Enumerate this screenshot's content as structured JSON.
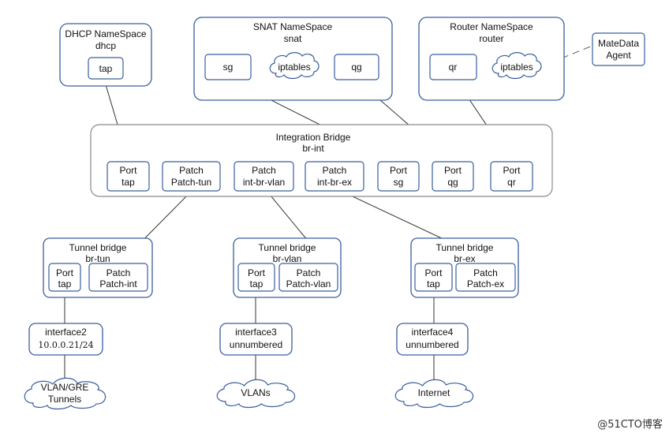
{
  "namespaces": {
    "dhcp": {
      "title": "DHCP NameSpace",
      "name": "dhcp",
      "tap": "tap"
    },
    "snat": {
      "title": "SNAT NameSpace",
      "name": "snat",
      "sg": "sg",
      "iptables": "iptables",
      "qg": "qg"
    },
    "router": {
      "title": "Router NameSpace",
      "name": "router",
      "qr": "qr",
      "iptables": "iptables"
    }
  },
  "metadata_agent": {
    "line1": "MateData",
    "line2": "Agent"
  },
  "integration_bridge": {
    "title": "Integration Bridge",
    "name": "br-int",
    "ports": [
      {
        "line1": "Port",
        "line2": "tap"
      },
      {
        "line1": "Patch",
        "line2": "Patch-tun"
      },
      {
        "line1": "Patch",
        "line2": "int-br-vlan"
      },
      {
        "line1": "Patch",
        "line2": "int-br-ex"
      },
      {
        "line1": "Port",
        "line2": "sg"
      },
      {
        "line1": "Port",
        "line2": "qg"
      },
      {
        "line1": "Port",
        "line2": "qr"
      }
    ]
  },
  "tunnel_bridges": [
    {
      "title": "Tunnel bridge",
      "name": "br-tun",
      "port": {
        "line1": "Port",
        "line2": "tap"
      },
      "patch": {
        "line1": "Patch",
        "line2": "Patch-int"
      }
    },
    {
      "title": "Tunnel bridge",
      "name": "br-vlan",
      "port": {
        "line1": "Port",
        "line2": "tap"
      },
      "patch": {
        "line1": "Patch",
        "line2": "Patch-vlan"
      }
    },
    {
      "title": "Tunnel bridge",
      "name": "br-ex",
      "port": {
        "line1": "Port",
        "line2": "tap"
      },
      "patch": {
        "line1": "Patch",
        "line2": "Patch-ex"
      }
    }
  ],
  "interfaces": [
    {
      "line1": "interface2",
      "line2": "10.0.0.21/24"
    },
    {
      "line1": "interface3",
      "line2": "unnumbered"
    },
    {
      "line1": "interface4",
      "line2": "unnumbered"
    }
  ],
  "networks": [
    {
      "line1": "VLAN/GRE",
      "line2": "Tunnels"
    },
    {
      "line1": "VLANs",
      "line2": ""
    },
    {
      "line1": "Internet",
      "line2": ""
    }
  ],
  "watermark": "@51CTO博客"
}
